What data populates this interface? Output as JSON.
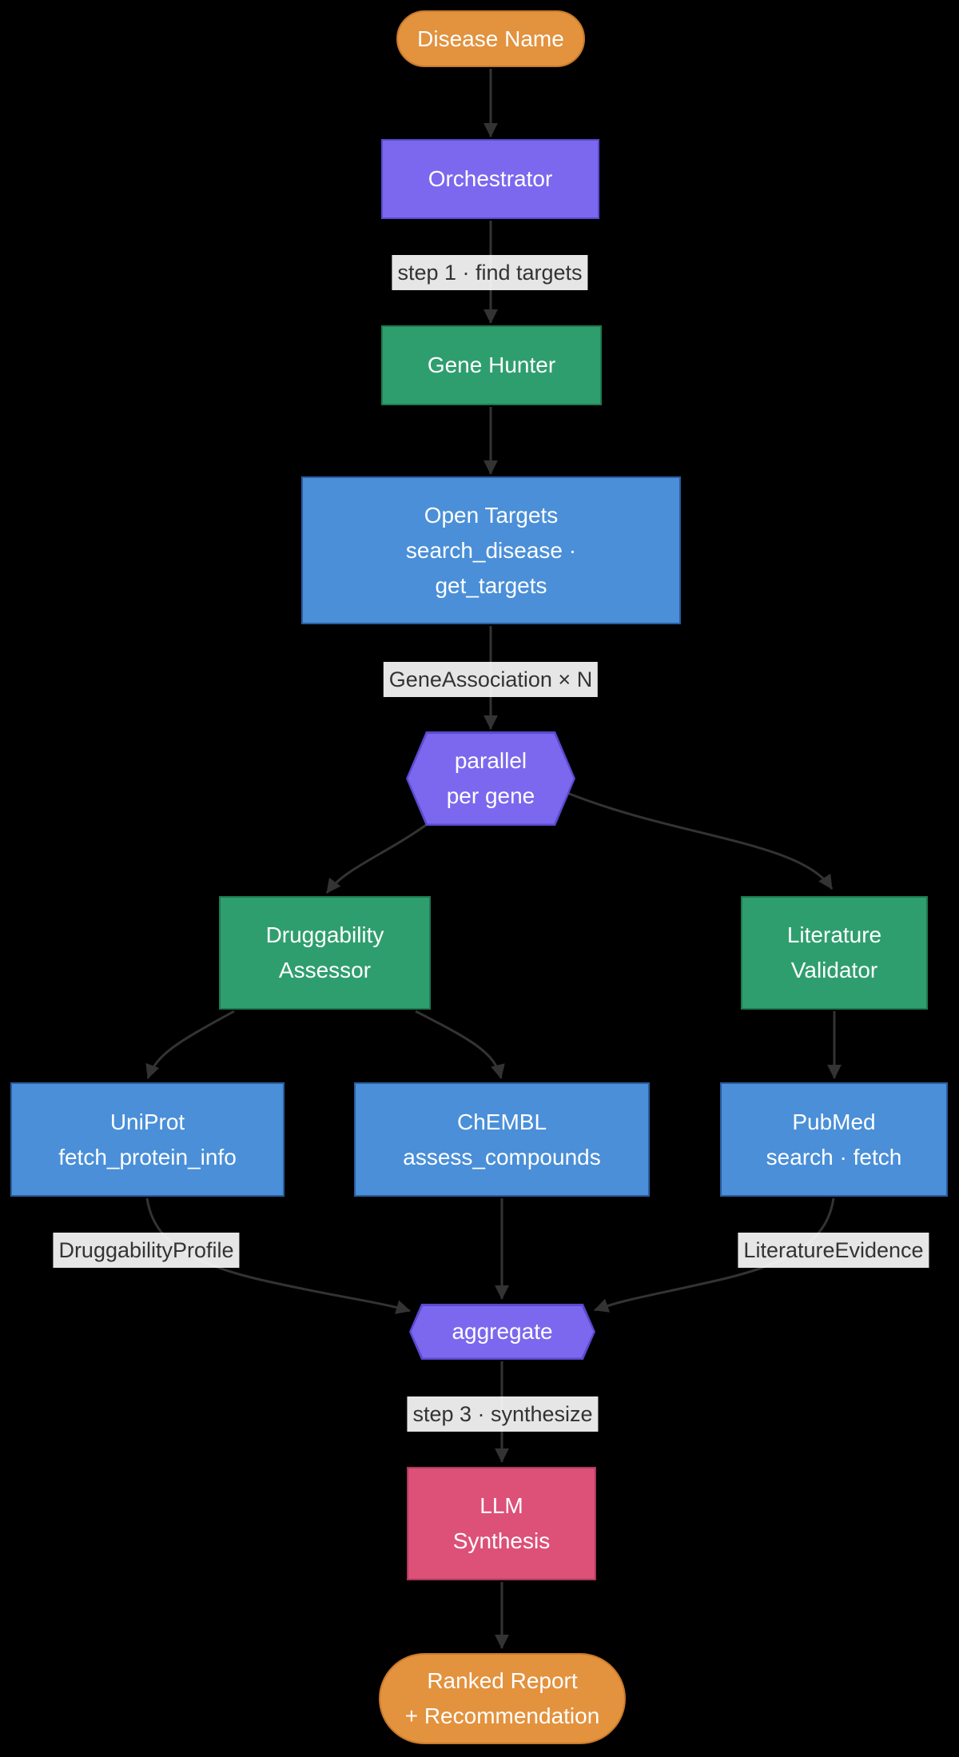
{
  "diagram": {
    "background_color": "#000000",
    "edge_color": "#333333",
    "node_text_color": "#ffffff",
    "edge_label_text_color": "#333333",
    "edge_label_bg": "#e8e8e8",
    "palette": {
      "orange_fill": "#e3923e",
      "orange_stroke": "#c9792b",
      "purple_fill": "#7b68ee",
      "purple_stroke": "#5a4ad0",
      "green_fill": "#2f9e6e",
      "green_stroke": "#1e7a50",
      "blue_fill": "#4a8fd8",
      "blue_stroke": "#2a5d9e",
      "pink_fill": "#dd5078",
      "pink_stroke": "#a93a5b"
    },
    "nodes": {
      "disease": {
        "label": "Disease Name",
        "shape": "stadium",
        "color": "orange"
      },
      "orchestrator": {
        "label": "Orchestrator",
        "shape": "rect",
        "color": "purple"
      },
      "gene_hunter": {
        "label": "Gene Hunter",
        "shape": "rect",
        "color": "green"
      },
      "open_targets": {
        "lines": [
          "Open Targets",
          "search_disease ·",
          "get_targets"
        ],
        "shape": "rect",
        "color": "blue"
      },
      "parallel": {
        "lines": [
          "parallel",
          "per gene"
        ],
        "shape": "hexagon",
        "color": "purple"
      },
      "druggability": {
        "lines": [
          "Druggability",
          "Assessor"
        ],
        "shape": "rect",
        "color": "green"
      },
      "literature": {
        "lines": [
          "Literature",
          "Validator"
        ],
        "shape": "rect",
        "color": "green"
      },
      "uniprot": {
        "lines": [
          "UniProt",
          "fetch_protein_info"
        ],
        "shape": "rect",
        "color": "blue"
      },
      "chembl": {
        "lines": [
          "ChEMBL",
          "assess_compounds"
        ],
        "shape": "rect",
        "color": "blue"
      },
      "pubmed": {
        "lines": [
          "PubMed",
          "search · fetch"
        ],
        "shape": "rect",
        "color": "blue"
      },
      "aggregate": {
        "label": "aggregate",
        "shape": "hexagon",
        "color": "purple"
      },
      "llm": {
        "lines": [
          "LLM",
          "Synthesis"
        ],
        "shape": "rect",
        "color": "pink"
      },
      "ranked": {
        "lines": [
          "Ranked Report",
          "+ Recommendation"
        ],
        "shape": "stadium",
        "color": "orange"
      }
    },
    "edge_labels": {
      "step1": "step 1 · find targets",
      "gene_association": "GeneAssociation × N",
      "druggability_profile": "DruggabilityProfile",
      "literature_evidence": "LiteratureEvidence",
      "step3": "step 3 · synthesize"
    }
  }
}
